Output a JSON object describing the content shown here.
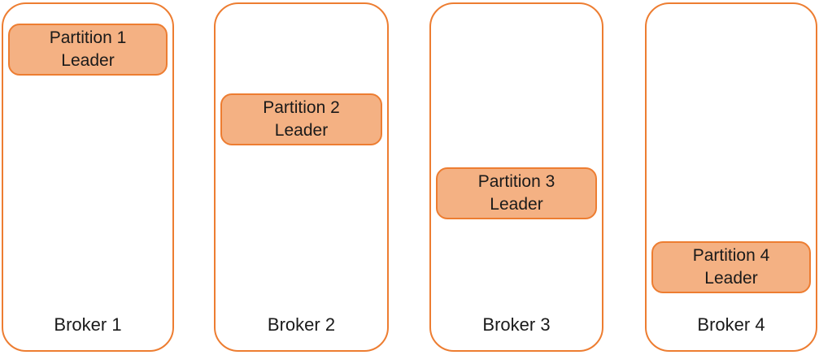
{
  "colors": {
    "background": "#FFFFFF",
    "broker_border": "#ED7D31",
    "partition_fill": "#F4B183",
    "partition_border": "#ED7D31",
    "text": "#1A1A1A"
  },
  "brokers": [
    {
      "label": "Broker 1",
      "partition": "Partition 1\nLeader"
    },
    {
      "label": "Broker 2",
      "partition": "Partition 2\nLeader"
    },
    {
      "label": "Broker 3",
      "partition": "Partition 3\nLeader"
    },
    {
      "label": "Broker 4",
      "partition": "Partition 4\nLeader"
    }
  ]
}
